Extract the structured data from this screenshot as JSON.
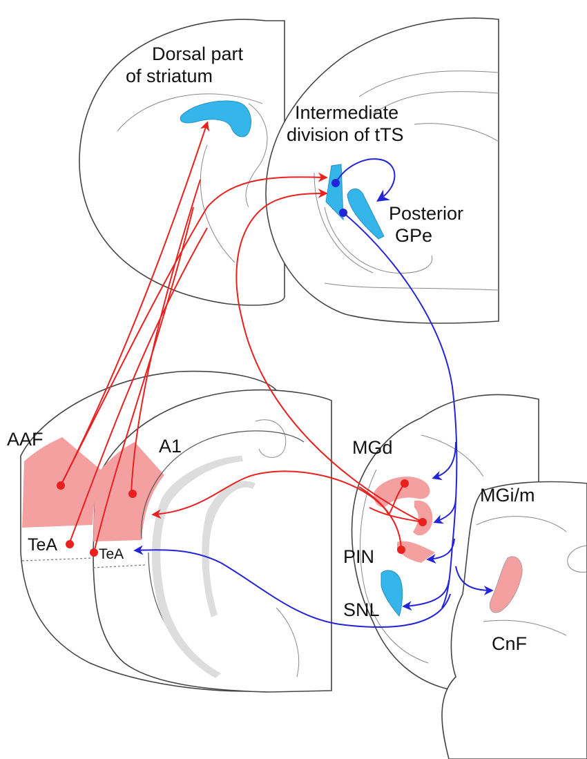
{
  "colors": {
    "red": "#e8201e",
    "blue": "#2323d8",
    "cyan": "#35b6ea",
    "pink": "#f4a0a0",
    "pink_light": "#f8b7b7"
  },
  "labels": {
    "dorsal_striatum_line1": "Dorsal part",
    "dorsal_striatum_line2": "of striatum",
    "tts_line1": "Intermediate",
    "tts_line2": "division of tTS",
    "gpe_line1": "Posterior",
    "gpe_line2": "GPe",
    "aaf": "AAF",
    "a1": "A1",
    "tea_left": "TeA",
    "tea_right": "TeA",
    "mgd": "MGd",
    "mgim": "MGi/m",
    "pin": "PIN",
    "snl": "SNL",
    "cnf": "CnF"
  }
}
